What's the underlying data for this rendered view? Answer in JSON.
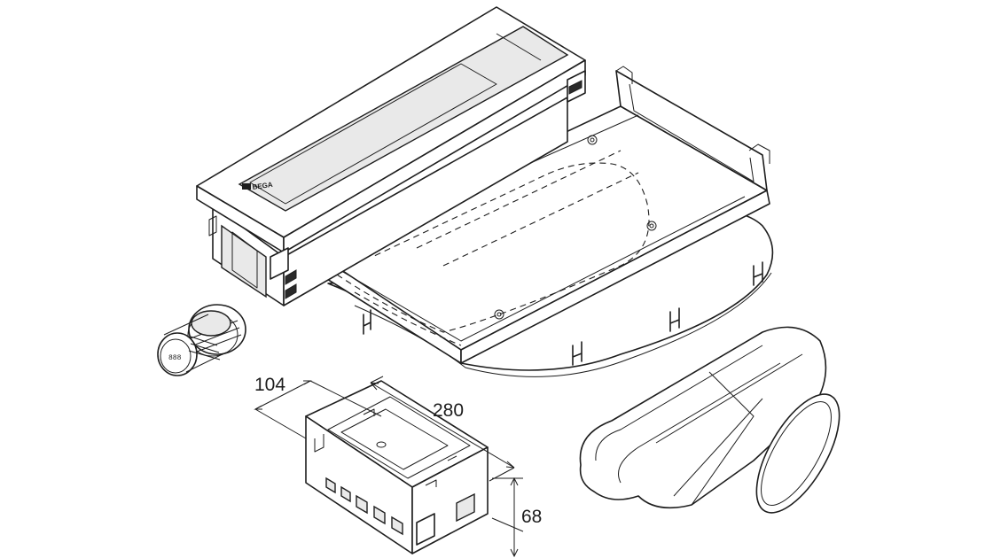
{
  "figure": {
    "brand_logo_text": "BEGA",
    "remote_display_text": "888"
  },
  "dimensions": {
    "length": "280",
    "width": "104",
    "height": "68"
  }
}
